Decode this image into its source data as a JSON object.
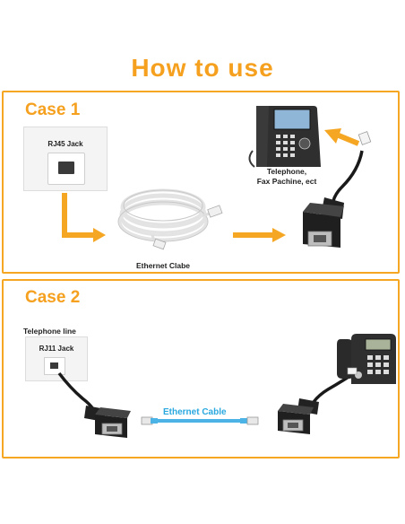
{
  "title": "How to use",
  "case1": {
    "label": "Case 1",
    "wall_jack_label": "RJ45 Jack",
    "cable_label": "Ethernet Clabe",
    "phone_label_line1": "Telephone,",
    "phone_label_line2": "Fax Pachine, ect"
  },
  "case2": {
    "label": "Case 2",
    "wall_line_label": "Telephone line",
    "wall_jack_label": "RJ11 Jack",
    "cable_label": "Ethernet Cable"
  },
  "colors": {
    "accent": "#f5a623",
    "cable_blue": "#4bb3e6"
  },
  "icons": [
    "wall-plate-icon",
    "cable-coil-icon",
    "ip-phone-icon",
    "adapter-icon",
    "desk-phone-icon",
    "arrow-icon"
  ]
}
